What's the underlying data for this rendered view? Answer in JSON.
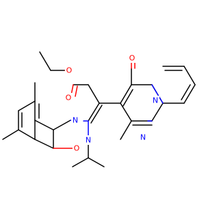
{
  "colors": {
    "bond": "#000000",
    "nitrogen": "#0000ff",
    "oxygen": "#ff0000",
    "background": "#ffffff"
  },
  "atom_labels": {
    "o_ester_carbonyl": "O",
    "o_ester_ether": "O",
    "o_ring_ketone": "O",
    "n_imine": "N",
    "o_amide": "O",
    "n_ring_1": "N",
    "n_ring_pyrimidine": "N",
    "n_ring_bridge": "N"
  }
}
